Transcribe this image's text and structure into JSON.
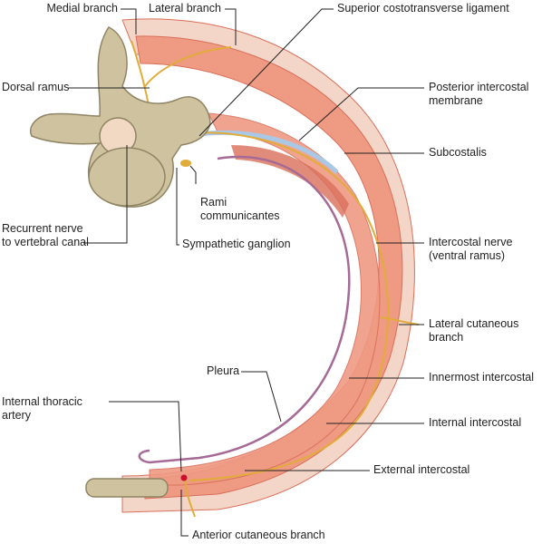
{
  "labels": {
    "medial_branch": "Medial branch",
    "lateral_branch": "Lateral branch",
    "superior_costotransverse_ligament": "Superior costotransverse ligament",
    "dorsal_ramus": "Dorsal ramus",
    "posterior_intercostal_membrane": "Posterior intercostal\nmembrane",
    "subcostalis": "Subcostalis",
    "rami_communicantes": "Rami\ncommunicantes",
    "recurrent_nerve": "Recurrent nerve\nto vertebral canal",
    "sympathetic_ganglion": "Sympathetic ganglion",
    "intercostal_nerve": "Intercostal nerve\n(ventral ramus)",
    "lateral_cutaneous_branch": "Lateral cutaneous\nbranch",
    "pleura": "Pleura",
    "innermost_intercostal": "Innermost intercostal",
    "internal_thoracic_artery": "Internal thoracic\nartery",
    "internal_intercostal": "Internal intercostal",
    "external_intercostal": "External intercostal",
    "anterior_cutaneous_branch": "Anterior cutaneous branch"
  },
  "colors": {
    "skin_band": "#f3d6c8",
    "muscle": "#ef9a83",
    "muscle_dark": "#d96f5a",
    "nerve": "#e2ac3a",
    "pleura": "#a56a95",
    "membrane": "#a9c8e6",
    "bone": "#cfc29e",
    "bone_dark": "#8f8464",
    "cord_fill": "#f2d9c4",
    "artery": "#c8102e",
    "leader": "#222222"
  }
}
